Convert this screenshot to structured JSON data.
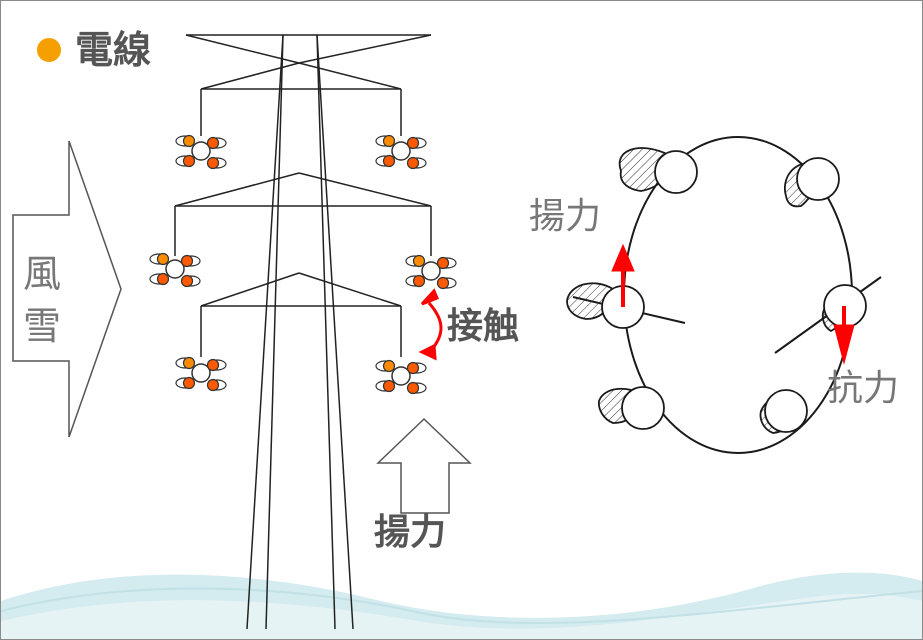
{
  "title": {
    "bullet_color": "#f5a000",
    "text": "電線"
  },
  "wind_arrow": {
    "label_line1": "風",
    "label_line2": "雪"
  },
  "tower": {
    "contact_label": "接触",
    "lift_label": "揚力",
    "conductor_colors": {
      "orange": "#ff8c00",
      "red_orange": "#ff5a00",
      "outline": "#333333"
    }
  },
  "cross_section": {
    "lift_label": "揚力",
    "drag_label": "抗力",
    "force_arrow_color": "#ff0000"
  },
  "background": {
    "wave_colors": [
      "#cfe8ec",
      "#e3f2f4"
    ]
  }
}
